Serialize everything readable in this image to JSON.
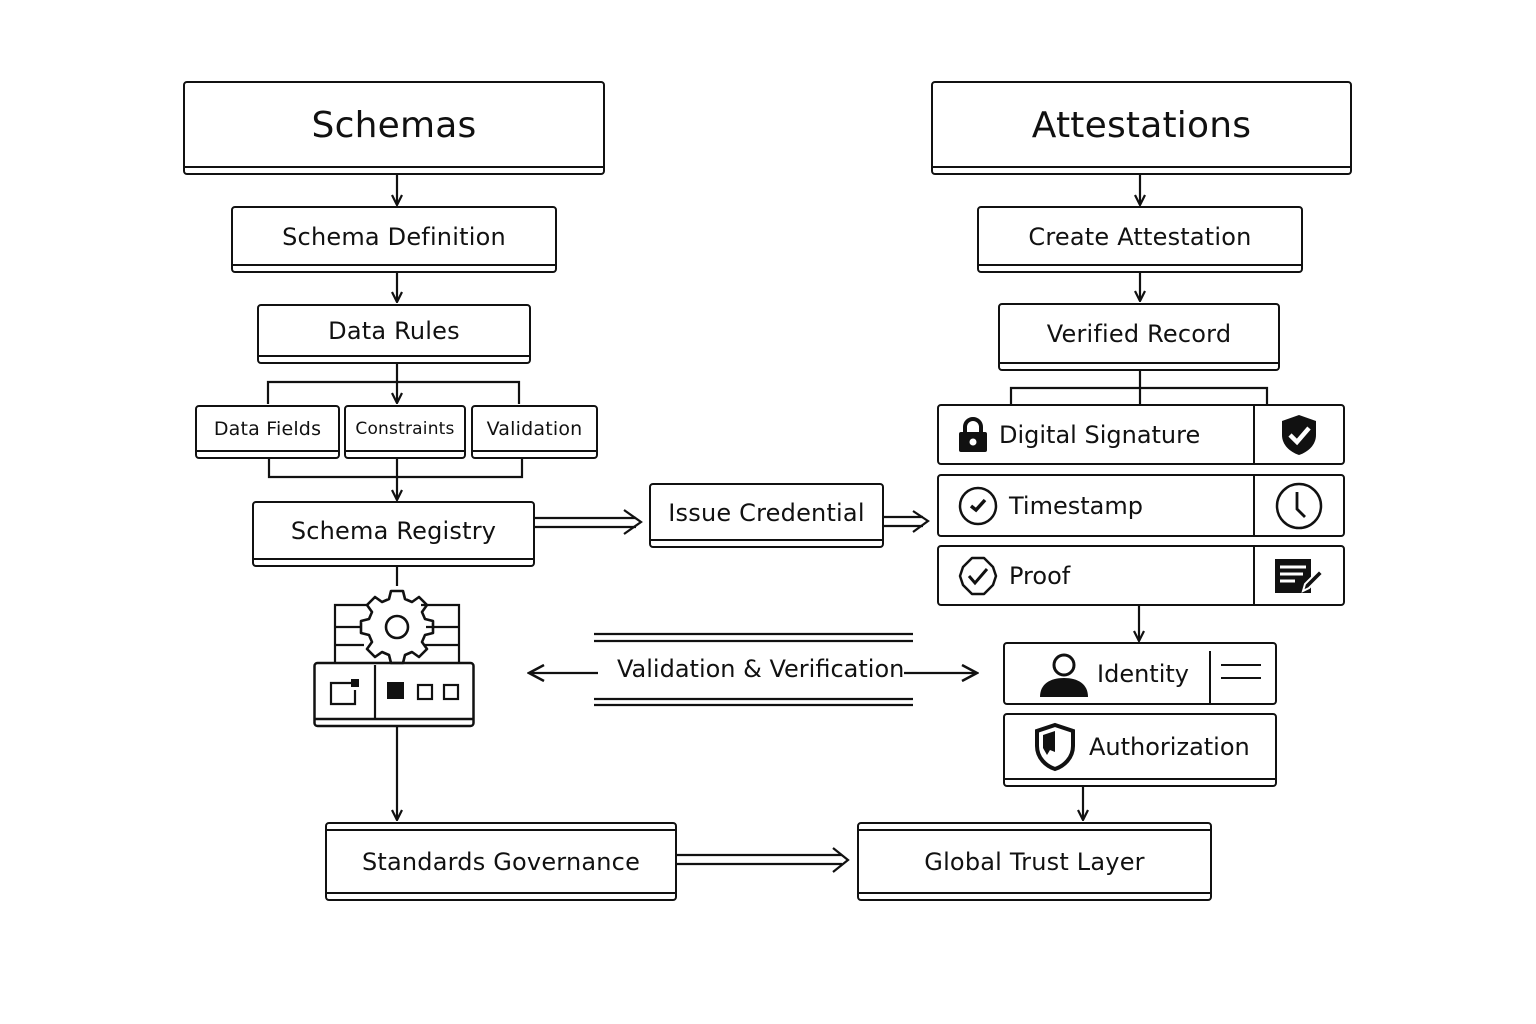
{
  "diagram": {
    "left_column": {
      "title": "Schemas",
      "steps": [
        "Schema Definition",
        "Data Rules"
      ],
      "sub_items": [
        "Data Fields",
        "Constraints",
        "Validation"
      ],
      "registry": "Schema Registry",
      "registry_icon": "gear-server-icon"
    },
    "middle": {
      "issue": "Issue Credential",
      "validation_label": "Validation & Verification"
    },
    "right_column": {
      "title": "Attestations",
      "steps": [
        "Create Attestation",
        "Verified Record"
      ],
      "rows": [
        {
          "label": "Digital Signature",
          "icon_left": "lock-icon",
          "icon_right": "shield-check-icon"
        },
        {
          "label": "Timestamp",
          "icon_left": "check-circle-icon",
          "icon_right": "clock-icon"
        },
        {
          "label": "Proof",
          "icon_left": "badge-check-icon",
          "icon_right": "document-edit-icon"
        }
      ],
      "identity": {
        "label": "Identity",
        "icon_left": "user-icon",
        "icon_right": "menu-lines-icon"
      },
      "authorization": {
        "label": "Authorization",
        "icon_left": "shield-icon"
      }
    },
    "bottom": {
      "governance": "Standards Governance",
      "trust": "Global Trust Layer"
    }
  }
}
